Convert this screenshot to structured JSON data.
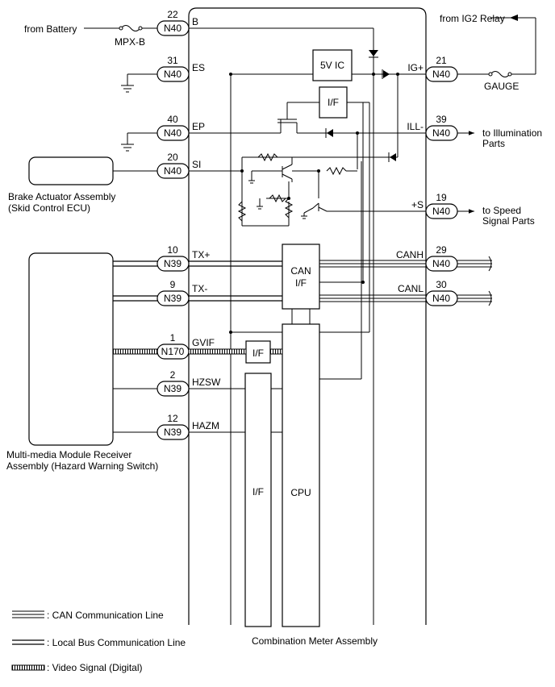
{
  "main_box_label": "Combination Meter Assembly",
  "left_terminals": [
    {
      "num": "22",
      "conn": "N40",
      "sig": "B"
    },
    {
      "num": "31",
      "conn": "N40",
      "sig": "ES"
    },
    {
      "num": "40",
      "conn": "N40",
      "sig": "EP"
    },
    {
      "num": "20",
      "conn": "N40",
      "sig": "SI"
    },
    {
      "num": "10",
      "conn": "N39",
      "sig": "TX+"
    },
    {
      "num": "9",
      "conn": "N39",
      "sig": "TX-"
    },
    {
      "num": "1",
      "conn": "N170",
      "sig": "GVIF"
    },
    {
      "num": "2",
      "conn": "N39",
      "sig": "HZSW"
    },
    {
      "num": "12",
      "conn": "N39",
      "sig": "HAZM"
    }
  ],
  "right_terminals": [
    {
      "num": "21",
      "conn": "N40",
      "sig": "IG+"
    },
    {
      "num": "39",
      "conn": "N40",
      "sig": "ILL-"
    },
    {
      "num": "19",
      "conn": "N40",
      "sig": "+S"
    },
    {
      "num": "29",
      "conn": "N40",
      "sig": "CANH"
    },
    {
      "num": "30",
      "conn": "N40",
      "sig": "CANL"
    }
  ],
  "external": {
    "from_battery": "from Battery",
    "fuse_mpxb": "MPX-B",
    "from_ig2": "from IG2 Relay",
    "fuse_gauge": "GAUGE",
    "illum_line1": "to Illumination",
    "illum_line2": "Parts",
    "speed_line1": "to Speed",
    "speed_line2": "Signal Parts",
    "brake_line1": "Brake Actuator Assembly",
    "brake_line2": "(Skid Control ECU)",
    "mm_line1": "Multi-media Module Receiver",
    "mm_line2": "Assembly (Hazard Warning Switch)"
  },
  "internal": {
    "ic_5v": "5V IC",
    "if_top": "I/F",
    "can_if_line1": "CAN",
    "can_if_line2": "I/F",
    "if_video": "I/F",
    "if_tall": "I/F",
    "cpu": "CPU"
  },
  "legend": {
    "can": ": CAN Communication Line",
    "local": ": Local Bus Communication Line",
    "video": ": Video Signal (Digital)"
  }
}
